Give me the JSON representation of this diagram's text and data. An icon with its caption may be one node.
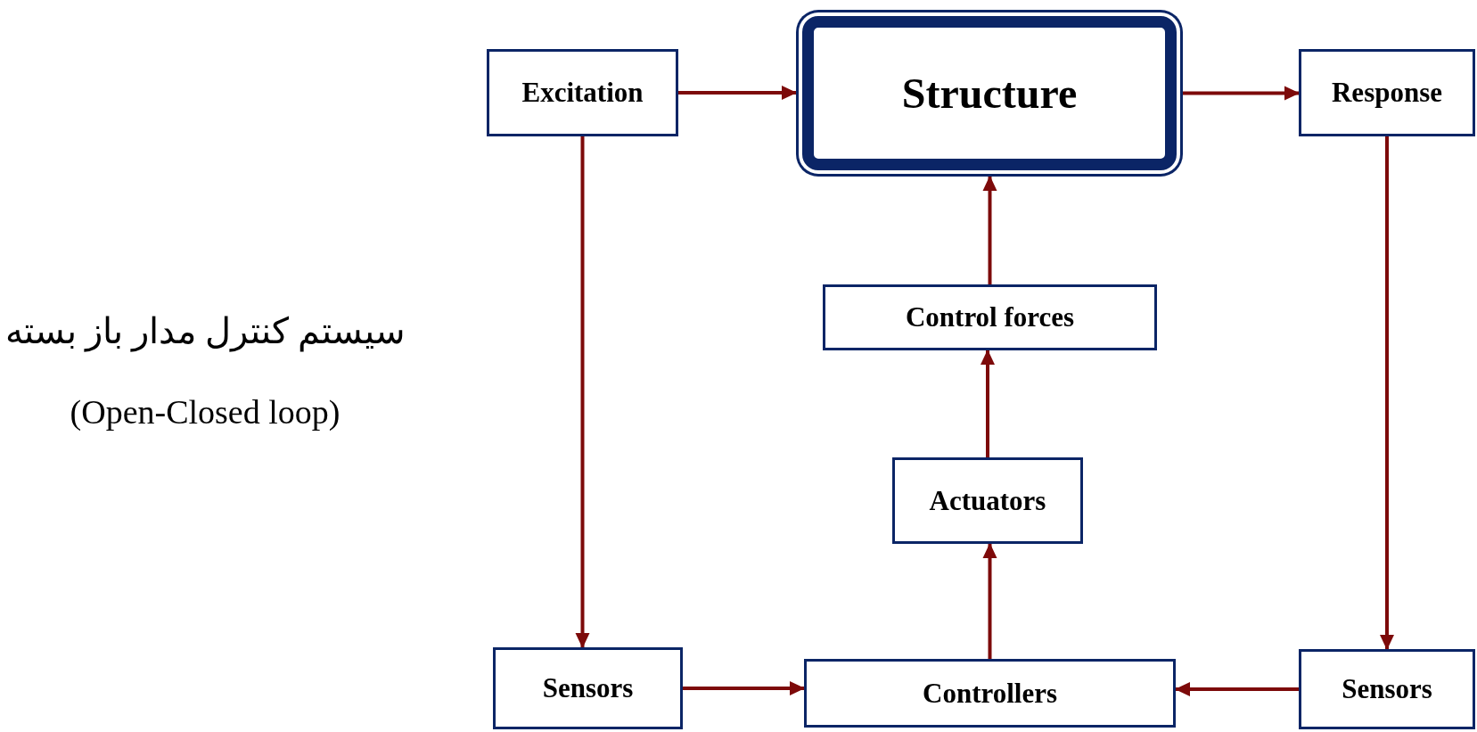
{
  "diagram": {
    "nodes": [
      {
        "text": [
          "Excitation"
        ]
      },
      {
        "text": [
          "Structure"
        ]
      },
      {
        "text": [
          "Response"
        ]
      },
      {
        "text": [
          "Control forces"
        ]
      },
      {
        "text": [
          "Actuators"
        ]
      },
      {
        "text": [
          "Sensors"
        ]
      },
      {
        "text": [
          "Controllers"
        ]
      },
      {
        "text": [
          "Sensors"
        ]
      }
    ],
    "edges": [
      {
        "from": 0,
        "to": 1,
        "arrow": "to"
      },
      {
        "from": 1,
        "to": 2,
        "arrow": "to"
      },
      {
        "from": 3,
        "to": 1,
        "arrow": "to"
      },
      {
        "from": 4,
        "to": 3,
        "arrow": "to"
      },
      {
        "from": 6,
        "to": 4,
        "arrow": "to"
      },
      {
        "from": 5,
        "to": 6,
        "arrow": "to"
      },
      {
        "from": 7,
        "to": 6,
        "arrow": "to"
      },
      {
        "from": 0,
        "to": 5,
        "arrow": "to"
      },
      {
        "from": 2,
        "to": 7,
        "arrow": "to"
      }
    ],
    "labels": [
      "سیستم کنترل مدار باز بسته",
      "(Open-Closed loop)"
    ]
  }
}
